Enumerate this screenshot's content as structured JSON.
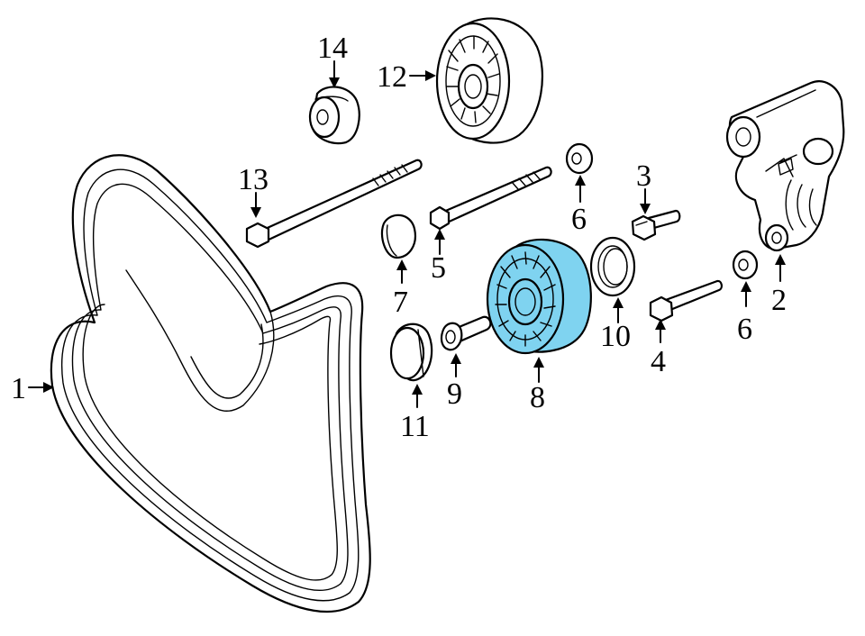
{
  "diagram": {
    "highlight_color": "#7fd3f0",
    "line_color": "#000000",
    "callouts": [
      {
        "id": "1",
        "label": "1"
      },
      {
        "id": "2",
        "label": "2"
      },
      {
        "id": "3",
        "label": "3"
      },
      {
        "id": "4",
        "label": "4"
      },
      {
        "id": "5",
        "label": "5"
      },
      {
        "id": "6a",
        "label": "6"
      },
      {
        "id": "6b",
        "label": "6"
      },
      {
        "id": "7",
        "label": "7"
      },
      {
        "id": "8",
        "label": "8"
      },
      {
        "id": "9",
        "label": "9"
      },
      {
        "id": "10",
        "label": "10"
      },
      {
        "id": "11",
        "label": "11"
      },
      {
        "id": "12",
        "label": "12"
      },
      {
        "id": "13",
        "label": "13"
      },
      {
        "id": "14",
        "label": "14"
      }
    ]
  }
}
